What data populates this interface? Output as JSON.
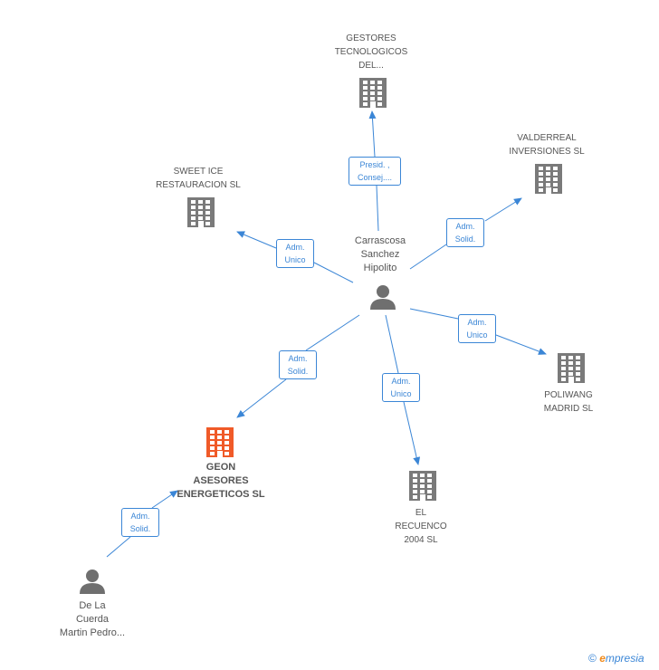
{
  "colors": {
    "edge": "#3b86d6",
    "company": "#7a7a7a",
    "focus_company": "#f05a28",
    "person": "#6f6f6f"
  },
  "nodes": {
    "hub": {
      "lines": [
        "Carrascosa",
        "Sanchez",
        "Hipolito"
      ],
      "icon": "person-icon"
    },
    "gestores": {
      "lines": [
        "GESTORES",
        "TECNOLOGICOS",
        "DEL..."
      ],
      "icon": "building-icon"
    },
    "valderreal": {
      "lines": [
        "VALDERREAL",
        "INVERSIONES SL"
      ],
      "icon": "building-icon"
    },
    "sweet": {
      "lines": [
        "SWEET ICE",
        "RESTAURACION SL"
      ],
      "icon": "building-icon"
    },
    "poliwang": {
      "lines": [
        "POLIWANG",
        "MADRID SL"
      ],
      "icon": "building-icon"
    },
    "recuenco": {
      "lines": [
        "EL",
        "RECUENCO",
        "2004 SL"
      ],
      "icon": "building-icon"
    },
    "geon": {
      "lines": [
        "GEON",
        "ASESORES",
        "ENERGETICOS SL"
      ],
      "icon": "building-icon"
    },
    "delacuerda": {
      "lines": [
        "De La",
        "Cuerda",
        "Martin Pedro..."
      ],
      "icon": "person-icon"
    }
  },
  "edges": {
    "gestores": [
      "Presid. ,",
      "Consej...."
    ],
    "valderreal": [
      "Adm.",
      "Solid."
    ],
    "sweet": [
      "Adm.",
      "Unico"
    ],
    "poliwang": [
      "Adm.",
      "Unico"
    ],
    "recuenco": [
      "Adm.",
      "Unico"
    ],
    "geon": [
      "Adm.",
      "Solid."
    ],
    "delacuerda": [
      "Adm.",
      "Solid."
    ]
  },
  "footer": {
    "copyright": "©",
    "brand_initial": "e",
    "brand_rest": "mpresia"
  }
}
